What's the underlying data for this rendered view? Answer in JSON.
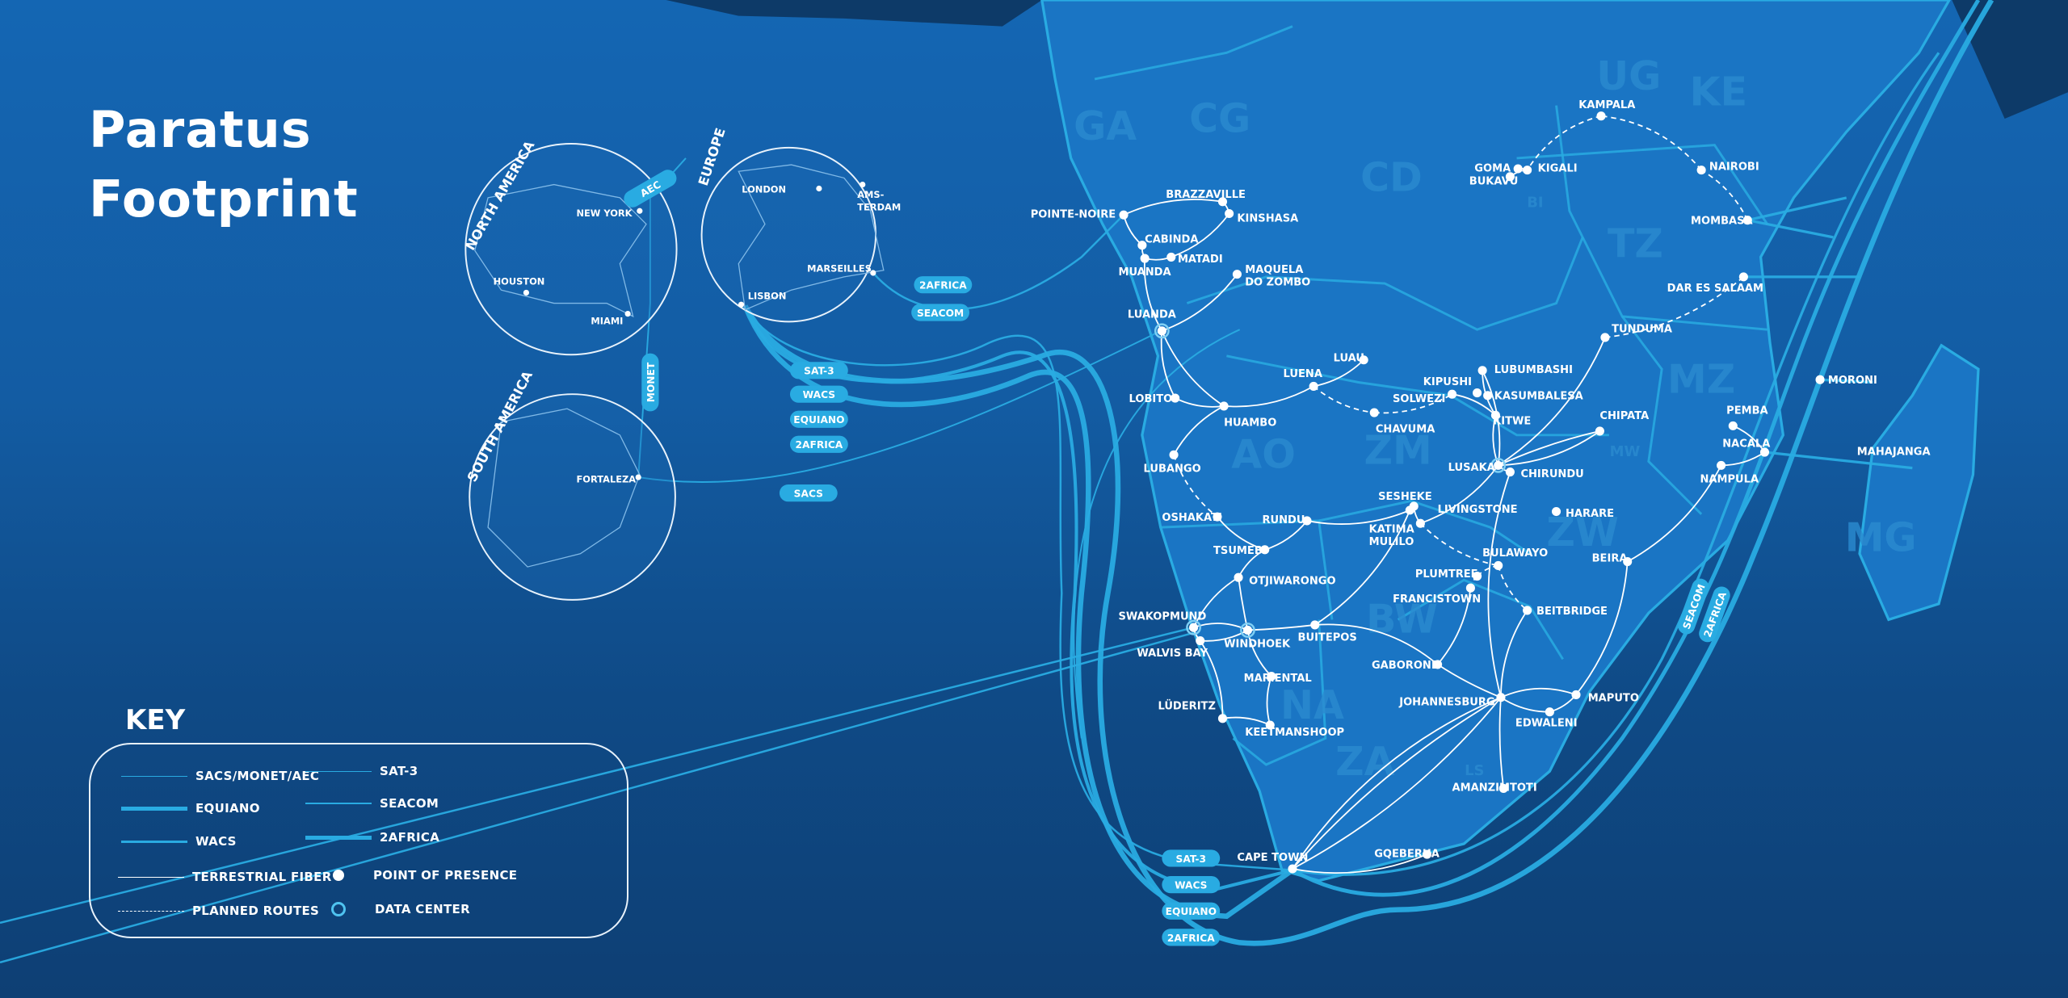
{
  "title": {
    "line1": "Paratus",
    "line2": "Footprint"
  },
  "key": {
    "title": "KEY",
    "items": [
      {
        "label": "SACS/MONET/AEC"
      },
      {
        "label": "EQUIANO"
      },
      {
        "label": "WACS"
      },
      {
        "label": "TERRESTRIAL FIBER"
      },
      {
        "label": "PLANNED ROUTES"
      },
      {
        "label": "SAT-3"
      },
      {
        "label": "SEACOM"
      },
      {
        "label": "2AFRICA"
      },
      {
        "label": "POINT OF PRESENCE"
      },
      {
        "label": "DATA CENTER"
      }
    ]
  },
  "colors": {
    "cable": "#29abe2",
    "fiber": "#ffffff",
    "land": "#1a75c4",
    "ocean": "#135ca3"
  },
  "regions": [
    "NORTH AMERICA",
    "EUROPE",
    "SOUTH AMERICA"
  ],
  "countries": [
    "GA",
    "CG",
    "CD",
    "UG",
    "KE",
    "TZ",
    "AO",
    "ZM",
    "ZW",
    "MZ",
    "MW",
    "BW",
    "NA",
    "ZA",
    "LS",
    "MG",
    "BI"
  ],
  "cable_labels": [
    "AEC",
    "MONET",
    "2AFRICA",
    "SEACOM",
    "SAT-3",
    "WACS",
    "EQUIANO",
    "2AFRICA",
    "SACS",
    "SAT-3",
    "WACS",
    "EQUIANO",
    "2AFRICA",
    "SEACOM",
    "2AFRICA"
  ],
  "cities": [
    "LONDON",
    "AMS-\nTERDAM",
    "MARSEILLES",
    "LISBON",
    "NEW YORK",
    "HOUSTON",
    "MIAMI",
    "FORTALEZA",
    "POINTE-NOIRE",
    "BRAZZAVILLE",
    "KINSHASA",
    "CABINDA",
    "MATADI",
    "MUANDA",
    "MAQUELA\nDO ZOMBO",
    "LUANDA",
    "LOBITO",
    "HUAMBO",
    "LUBANGO",
    "LUENA",
    "LUAU",
    "CHAVUMA",
    "OSHAKATI",
    "RUNDU",
    "TSUMEB",
    "OTJIWARONGO",
    "SWAKOPMUND",
    "WALVIS BAY",
    "WINDHOEK",
    "BUITEPOS",
    "MARIENTAL",
    "LÜDERITZ",
    "KEETMANSHOOP",
    "SESHEKE",
    "KATIMA\nMULILO",
    "LIVINGSTONE",
    "LUSAKA",
    "CHIRUNDU",
    "LUBUMBASHI",
    "KIPUSHI",
    "SOLWEZI",
    "KASUMBALESA",
    "KITWE",
    "TUNDUMA",
    "CHIPATA",
    "HARARE",
    "BULAWAYO",
    "PLUMTREE",
    "FRANCISTOWN",
    "BEITBRIDGE",
    "GABORONE",
    "JOHANNESBURG",
    "EDWALENI",
    "MAPUTO",
    "AMANZIMTOTI",
    "CAPE TOWN",
    "GQEBERHA",
    "BEIRA",
    "NAMPULA",
    "NACALA",
    "PEMBA",
    "MORONI",
    "MAHAJANGA",
    "DAR ES SALAAM",
    "MOMBASA",
    "NAIROBI",
    "KAMPALA",
    "KIGALI",
    "GOMA",
    "BUKAVU"
  ]
}
